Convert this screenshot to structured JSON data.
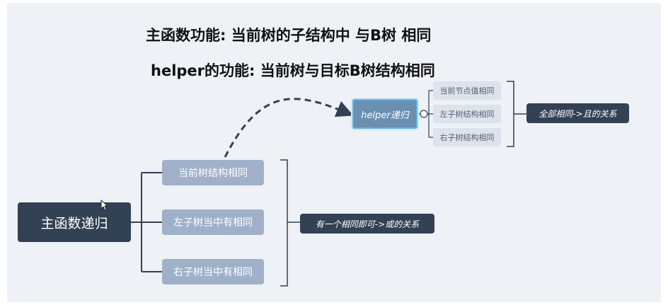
{
  "headings": {
    "main_function": "主函数功能: 当前树的子结构中 与B树  相同",
    "helper_function": "helper的功能: 当前树与目标B树结构相同"
  },
  "root": {
    "label": "主函数递归"
  },
  "branches": [
    {
      "label": "当前树结构相同"
    },
    {
      "label": "左子树当中有相同"
    },
    {
      "label": "右子树当中有相同"
    }
  ],
  "helper": {
    "label": "helper递归",
    "children": [
      {
        "label": "当前节点值相同"
      },
      {
        "label": "左子树结构相同"
      },
      {
        "label": "右子树结构相同"
      }
    ]
  },
  "summaries": {
    "helper_relation": "全部相同->且的关系",
    "main_relation": "有一个相同即可->或的关系"
  },
  "colors": {
    "root_fill": "#334155",
    "branch_fill": "#9fb0c8",
    "helper_fill": "#6b8fb0",
    "helper_border": "#5fb3e6",
    "leaf_fill": "#dde3ec",
    "connector": "#334155"
  }
}
